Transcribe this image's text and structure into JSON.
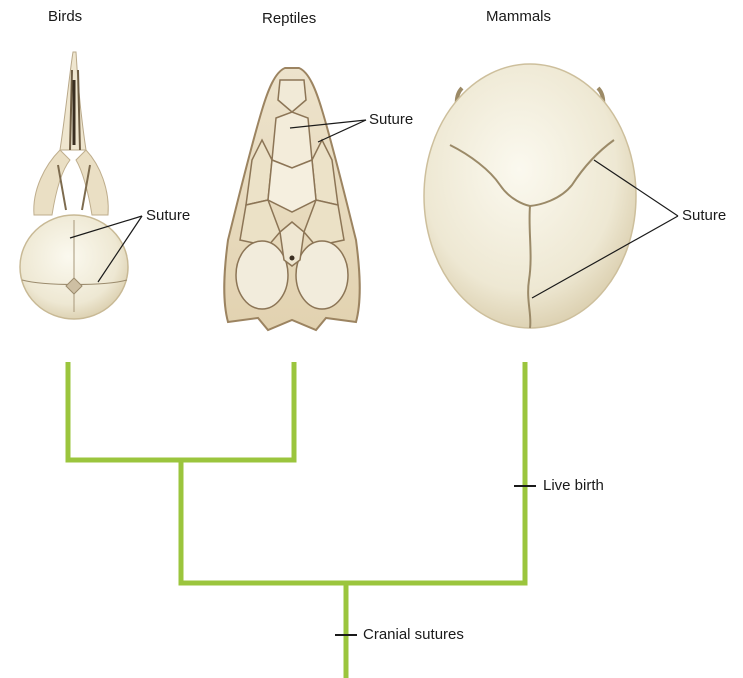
{
  "taxa": {
    "birds": "Birds",
    "reptiles": "Reptiles",
    "mammals": "Mammals"
  },
  "suture_labels": {
    "birds": "Suture",
    "reptiles": "Suture",
    "mammals": "Suture"
  },
  "traits": {
    "live_birth": "Live birth",
    "cranial_sutures": "Cranial sutures"
  },
  "colors": {
    "branch": "#9bc53d",
    "skull_fill": "#f3efdf",
    "skull_shadow": "#d9cdb0",
    "suture_line": "#8a7a5e",
    "text": "#1a1a1a"
  }
}
